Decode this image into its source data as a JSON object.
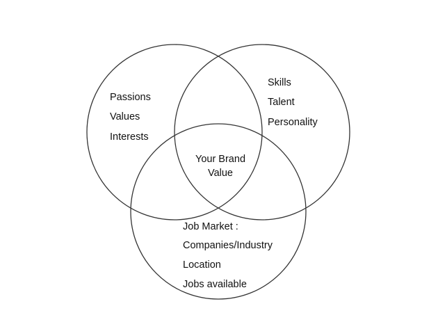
{
  "diagram": {
    "circles": [
      {
        "id": "left",
        "items": [
          "Passions",
          "Values",
          "Interests"
        ]
      },
      {
        "id": "right",
        "items": [
          "Skills",
          "Talent",
          "Personality"
        ]
      },
      {
        "id": "bottom",
        "items": [
          "Job Market :",
          "Companies/Industry",
          "Location",
          "Jobs available"
        ]
      }
    ],
    "center": {
      "line1": "Your Brand",
      "line2": "Value"
    }
  }
}
